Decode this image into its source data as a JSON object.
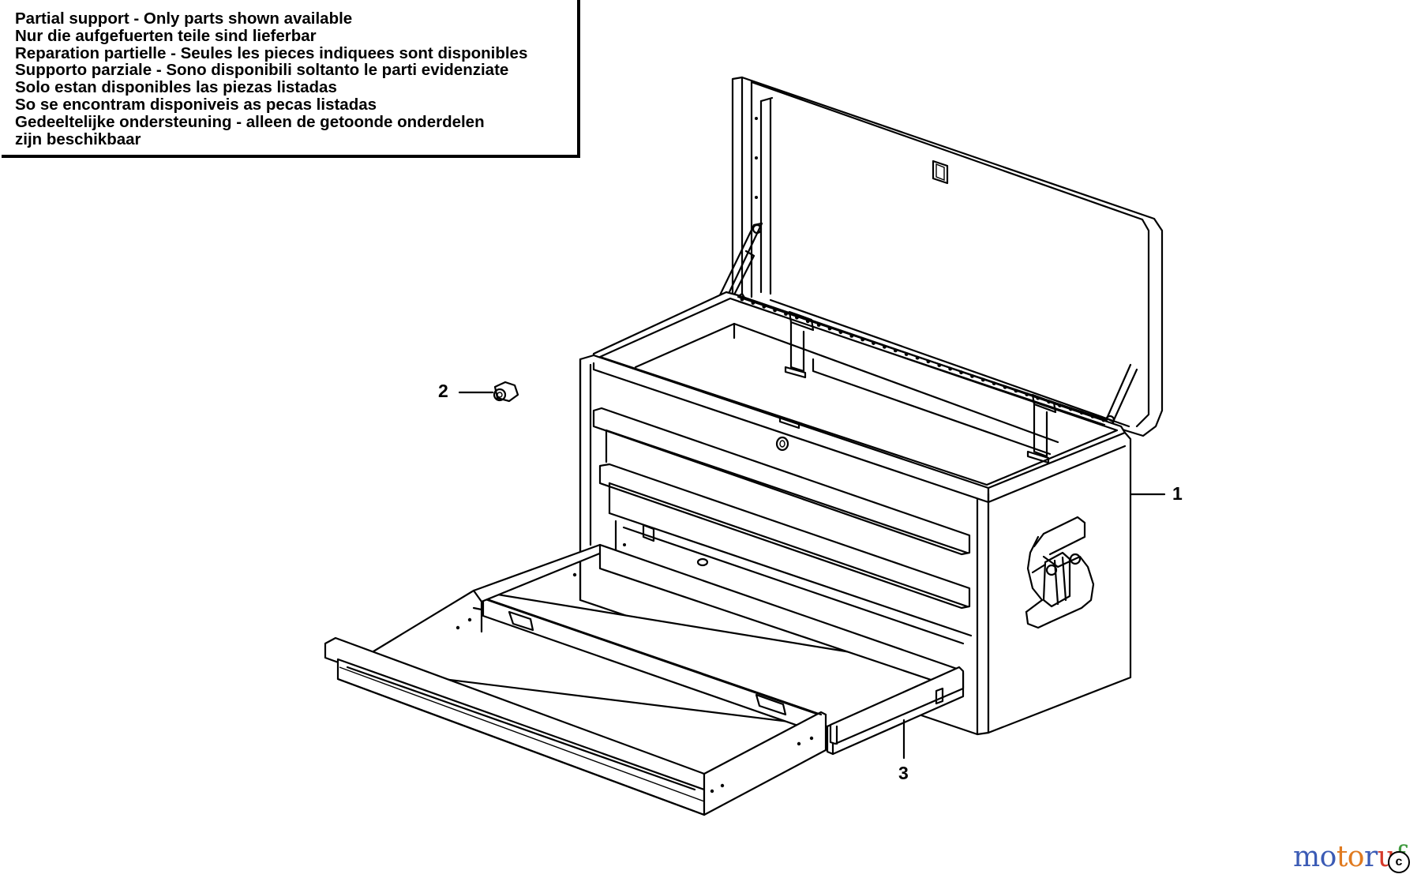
{
  "notice": {
    "lines": [
      "Partial support - Only parts shown available",
      "Nur die aufgefuerten teile sind lieferbar",
      "Reparation partielle - Seules les pieces indiquees sont disponibles",
      "Supporto parziale - Sono disponibili soltanto le parti evidenziate",
      "Solo estan disponibles las piezas listadas",
      "So se encontram disponiveis as pecas listadas",
      "Gedeeltelijke ondersteuning - alleen de getoonde onderdelen",
      "zijn beschikbaar"
    ]
  },
  "callouts": {
    "part1": "1",
    "part2": "2",
    "part3": "3"
  },
  "watermark": {
    "brand_letters": [
      "m",
      "o",
      "t",
      "o",
      "r",
      "u",
      "f"
    ],
    "brand_colors": [
      "#3b5bb5",
      "#3b5bb5",
      "#e07a1f",
      "#e07a1f",
      "#3b5bb5",
      "#d63a2a",
      "#3f9a3f"
    ],
    "mark": "c"
  }
}
